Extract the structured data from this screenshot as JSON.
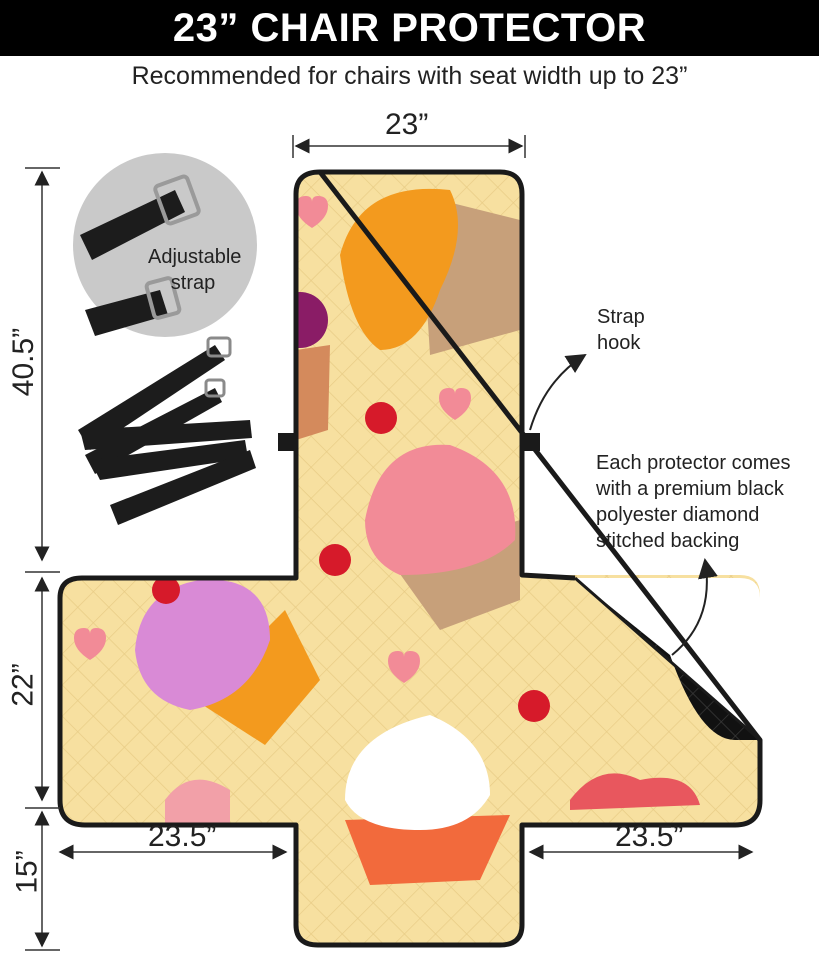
{
  "header": {
    "title": "23” CHAIR PROTECTOR",
    "subtitle": "Recommended for chairs with seat width up to 23”"
  },
  "dimensions": {
    "top_width": "23”",
    "back_height": "40.5”",
    "seat_height": "22”",
    "front_height": "15”",
    "left_arm_width": "23.5”",
    "right_arm_width": "23.5”"
  },
  "callouts": {
    "adjustable_strap": "Adjustable strap",
    "strap_hook": "Strap hook",
    "backing": "Each protector comes with a premium black polyester diamond stitched backing"
  },
  "colors": {
    "fabric": "#f7e0a0",
    "outline": "#1a1a1a",
    "backing": "#111111",
    "strap": "#1c1c1c"
  }
}
